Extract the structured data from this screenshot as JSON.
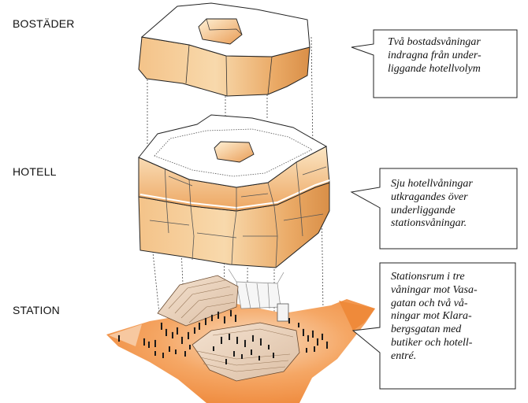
{
  "levels": {
    "bostader": "BOSTÄDER",
    "hotell": "HOTELL",
    "station": "STATION"
  },
  "callouts": {
    "bostader": [
      "Två bostadsvåningar",
      "indragna från under-",
      "liggande hotellvolym"
    ],
    "hotell": [
      "Sju hotellvåningar",
      "utkragandes över",
      "underliggande",
      "stationsvåningar."
    ],
    "station": [
      "Stationsrum i tre",
      "våningar mot Vasa-",
      "gatan och två vå-",
      "ningar mot Klara-",
      "bergsgatan med",
      "butiker och hotell-",
      "entré."
    ]
  },
  "colors": {
    "volume_light": "#fbe0b4",
    "volume_dark": "#dc9850",
    "ground_orange": "#f29a4e",
    "outline": "#222222"
  },
  "icons": {
    "people": "person-silhouettes"
  }
}
